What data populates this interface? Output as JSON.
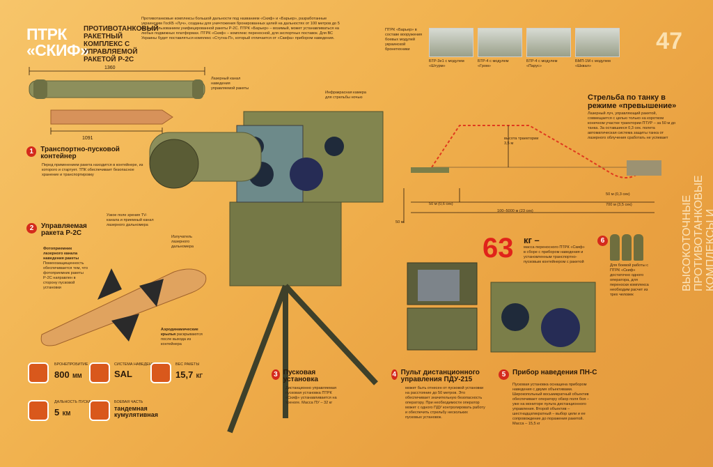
{
  "header": {
    "title_line1": "ПТРК",
    "title_line2": "«СКИФ»",
    "subtitle": "ПРОТИВОТАНКОВЫЙ РАКЕТНЫЙ КОМПЛЕКС С УПРАВЛЯЕМОЙ РАКЕТОЙ Р-2С",
    "intro": "Противотанковые комплексы большой дальности под названием «Скиф» и «Барьер», разработанные украинским ГосКБ «Луч», созданы для уничтожения бронированных целей на дальностях от 100 метров до 5 км с использованием унифицированной ракеты Р-2С. ПТРК «Барьер» – возимый, может устанавливаться на любых подвижных платформах. ПТРК «Скиф» – комплекс переносной, для экспортных поставок. Для ВС Украины будет поставляться комплекс «Стугна-П», который отличается от «Скифа» прибором наведения.",
    "page_number": "47",
    "side_text": "ВЫСОКОТОЧНЫЕ ПРОТИВОТАНКОВЫЕ КОМПЛЕКСЫ И РАКЕТЫ"
  },
  "vehicles": {
    "intro": "ПТРК «Барьер» в составе вооружения боевых модулей украинской бронетехники",
    "items": [
      {
        "label": "БТР-3е1 с модулем «Штурм»"
      },
      {
        "label": "БТР-4 с модулем «Гром»"
      },
      {
        "label": "БТР-4 с модулем «Парус»"
      },
      {
        "label": "БМП-1М с модулем «Шквал»"
      }
    ]
  },
  "missile": {
    "dim_total": "1360",
    "dim_missile": "1091"
  },
  "sections": {
    "s1": {
      "num": "1",
      "title": "Транспортно-пусковой контейнер",
      "text": "Перед применением ракета находится в контейнере, из которого и стартует. ТПК обеспечивает безопасное хранение и транспортировку"
    },
    "s2": {
      "num": "2",
      "title": "Управляемая ракета Р-2С",
      "photo_label": "Фотоприемник лазерного канала наведения ракеты",
      "photo_text": "Помехозащищенность обеспечивается тем, что фотоприемник ракеты Р-2С направлен в сторону пусковой установки",
      "wings_label": "Аэродинамические крылья",
      "wings_text": "раскрываются после выхода из контейнера"
    },
    "s3": {
      "num": "3",
      "title": "Пусковая установка",
      "text": "Дистанционно управляемая пусковая установка ПТРК «Скиф» устанавливается на треноге. Масса ПУ – 32 кг"
    },
    "s4": {
      "num": "4",
      "title": "Пульт дистанционного управления ПДУ-215",
      "text": "может быть отнесен от пусковой установки на расстояние до 50 метров. Это обеспечивает значительную безопасность оператору. При необходимости оператор может с одного ПДУ контролировать работу и обеспечить стрельбу нескольких пусковых установок."
    },
    "s5": {
      "num": "5",
      "title": "Прибор наведения ПН-С",
      "text": "Пусковая установка оснащена прибором наведения с двумя объективами. Широкопольный восьмикратный объектив обеспечивает оператору обзор поля боя – уже на мониторе пульта дистанционного управления. Второй объектив – шестнадцатикратный – выбор цели и ее сопровождение до поражения ракетой. Масса – 15,5 кг"
    },
    "s6": {
      "num": "6",
      "text": "Для боевой работы с ПТРК «Скиф» достаточно одного оператора, для переноски комплекса необходим расчет из трех человек"
    }
  },
  "callouts": {
    "laser_channel": "Лазерный канал наведения управляемой ракеты",
    "ir_camera": "Инфракрасная камера для стрельбы ночью",
    "narrow_field": "Узкое поле зрения TV-канала и приемный канал лазерного дальномера",
    "rangefinder": "Излучатель лазерного дальномера"
  },
  "overflight": {
    "title": "Стрельба по танку в режиме «превышение»",
    "text": "Лазерный луч, управляющий ракетой, совмещается с целью только на коротком конечном участке траектории ПТУР – за 50 м до танка. За оставшиеся 0,3 сек. полета автоматическая система защиты танка от лазерного облучения сработать не успевает",
    "height_label": "высота траектории 3,5 м",
    "d_50m_start": "50 м (0,6 сек)",
    "d_range": "100–5000 м (23 сек)",
    "d_50m_end": "50 м (0,3 сек)",
    "d_700m": "700 м (3,5 сек)",
    "d_vertical": "50 м"
  },
  "mass": {
    "value": "63",
    "unit": "кг –",
    "text": "масса переносного ПТРК «Скиф» в сборе с прибором наведения и установленным транспортно-пусковым контейнером с ракетой"
  },
  "specs": [
    {
      "label": "БРОНЕПРОБИТИЕ",
      "value": "800",
      "unit": "ММ"
    },
    {
      "label": "СИСТЕМА НАВЕДЕНИЯ",
      "value": "SAL",
      "unit": ""
    },
    {
      "label": "ВЕС РАКЕТЫ",
      "value": "15,7",
      "unit": "КГ"
    },
    {
      "label": "ДАЛЬНОСТЬ ПУСКА",
      "value": "5",
      "unit": "КМ"
    },
    {
      "label": "БОЕВАЯ ЧАСТЬ",
      "value": "тандемная кумулятивная",
      "unit": ""
    }
  ],
  "colors": {
    "accent": "#d42a1c",
    "icon": "#d9581c",
    "olive": "#7a7e4a"
  }
}
